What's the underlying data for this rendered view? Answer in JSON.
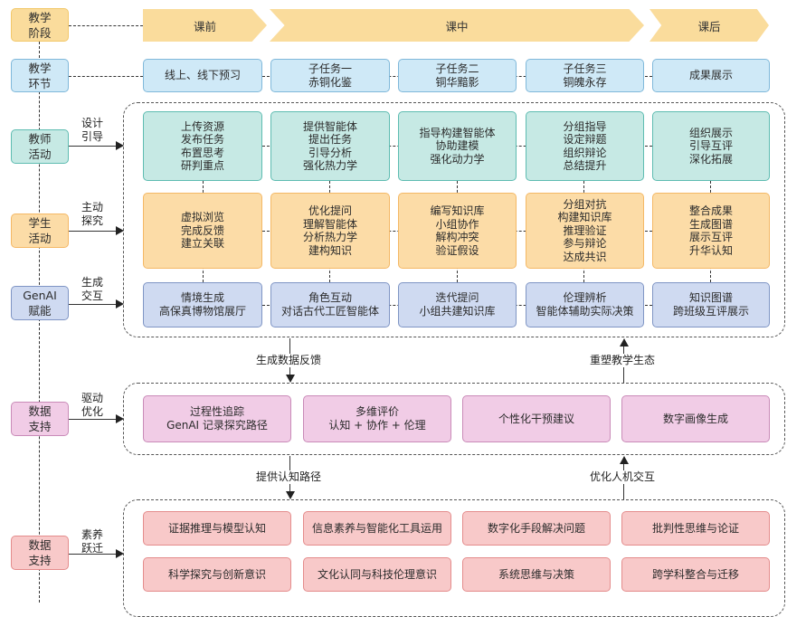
{
  "left_labels": {
    "stage": "教学\n阶段",
    "link": "教学\n环节",
    "teacher": "教师\n活动",
    "student": "学生\n活动",
    "genai": "GenAI\n赋能",
    "data": "数据\n支持",
    "literacy": "数据\n支持"
  },
  "arrow_labels": {
    "teacher": "设计\n引导",
    "student": "主动\n探究",
    "genai": "生成\n交互",
    "data": "驱动\n优化",
    "literacy": "素养\n跃迁"
  },
  "stages": [
    "课前",
    "课中",
    "课后"
  ],
  "links": [
    "线上、线下预习",
    "子任务一\n赤铜化鉴",
    "子任务二\n铜华黯影",
    "子任务三\n铜魄永存",
    "成果展示"
  ],
  "teacher_activities": [
    "上传资源\n发布任务\n布置思考\n研判重点",
    "提供智能体\n提出任务\n引导分析\n强化热力学",
    "指导构建智能体\n协助建模\n强化动力学",
    "分组指导\n设定辩题\n组织辩论\n总结提升",
    "组织展示\n引导互评\n深化拓展"
  ],
  "student_activities": [
    "虚拟浏览\n完成反馈\n建立关联",
    "优化提问\n理解智能体\n分析热力学\n建构知识",
    "编写知识库\n小组协作\n解构冲突\n验证假设",
    "分组对抗\n构建知识库\n推理验证\n参与辩论\n达成共识",
    "整合成果\n生成图谱\n展示互评\n升华认知"
  ],
  "genai_enablement": [
    "情境生成\n高保真博物馆展厅",
    "角色互动\n对话古代工匠智能体",
    "迭代提问\n小组共建知识库",
    "伦理辨析\n智能体辅助实际决策",
    "知识图谱\n跨班级互评展示"
  ],
  "flow_labels": {
    "generate_feedback": "生成数据反馈",
    "reshape_ecology": "重塑教学生态",
    "provide_path": "提供认知路径",
    "optimize_hci": "优化人机交互"
  },
  "data_support": [
    "过程性追踪\nGenAI 记录探究路径",
    "多维评价\n认知 + 协作 + 伦理",
    "个性化干预建议",
    "数字画像生成"
  ],
  "literacy": [
    "证据推理与模型认知",
    "信息素养与智能化工具运用",
    "数字化手段解决问题",
    "批判性思维与论证",
    "科学探究与创新意识",
    "文化认同与科技伦理意识",
    "系统思维与决策",
    "跨学科整合与迁移"
  ],
  "colors": {
    "stage": "#fadc9c",
    "link": "#cfe9f7",
    "teacher": "#c6e9e4",
    "student": "#fcdca7",
    "genai": "#cfdaf1",
    "data": "#f1cce6",
    "literacy": "#f8c9c9"
  }
}
